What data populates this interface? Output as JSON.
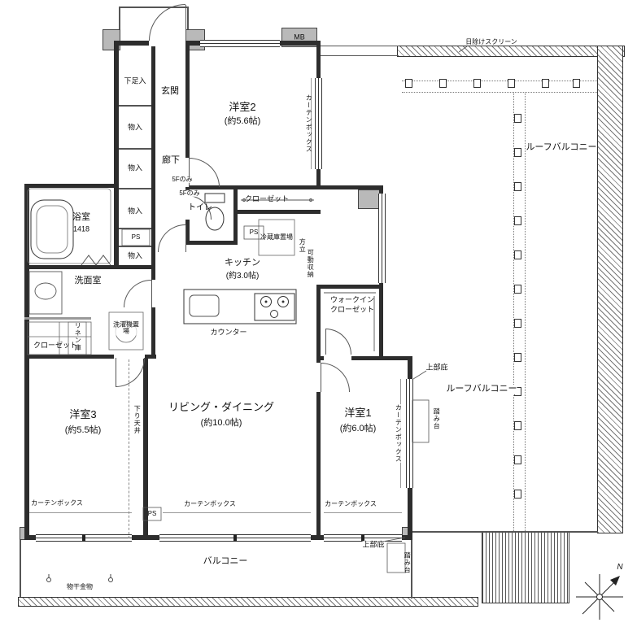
{
  "labels": {
    "mb": "MB",
    "sunscreen": "日除けスクリーン",
    "shoe_box": "下足入",
    "entrance": "玄関",
    "room2": "洋室2",
    "room2_area": "(約5.6帖)",
    "storage": "物入",
    "curtain_box": "カーテンボックス",
    "roof_balcony": "ルーフバルコニー",
    "hallway": "廊下",
    "only_5f": "5Fのみ",
    "toilet": "トイレ",
    "closet": "クローゼット",
    "bath": "浴室",
    "bath_size": "1418",
    "ps": "PS",
    "fridge": "冷蔵庫置場",
    "pillar_note": "方立",
    "movable_storage": "可動収納",
    "kitchen": "キッチン",
    "kitchen_area": "(約3.0帖)",
    "washroom": "洗面室",
    "wic_line1": "ウォークイン",
    "linen": "リネン庫",
    "washer": "洗濯機置場",
    "counter": "カウンター",
    "upper_eave": "上部庇",
    "room3": "洋室3",
    "room3_area": "(約5.5帖)",
    "dropped_ceiling": "下り天井",
    "living": "リビング・ダイニング",
    "living_area": "(約10.0帖)",
    "room1": "洋室1",
    "room1_area": "(約6.0帖)",
    "step": "踏み台",
    "balcony": "バルコニー",
    "laundry_hardware": "物干金物",
    "compass_north": "N"
  }
}
